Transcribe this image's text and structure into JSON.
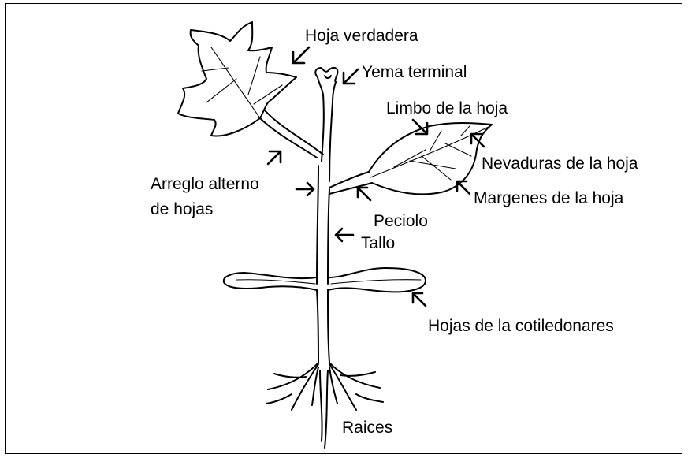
{
  "labels": {
    "true_leaf": "Hoja verdadera",
    "terminal_bud": "Yema terminal",
    "leaf_blade": "Limbo de la hoja",
    "leaf_veins": "Nevaduras de la hoja",
    "alternate_arrangement_line1": "Arreglo alterno",
    "alternate_arrangement_line2": "de hojas",
    "leaf_margins": "Margenes de la hoja",
    "petiole": "Peciolo",
    "stem": "Tallo",
    "cotyledons": "Hojas de la cotiledonares",
    "roots": "Raices"
  }
}
